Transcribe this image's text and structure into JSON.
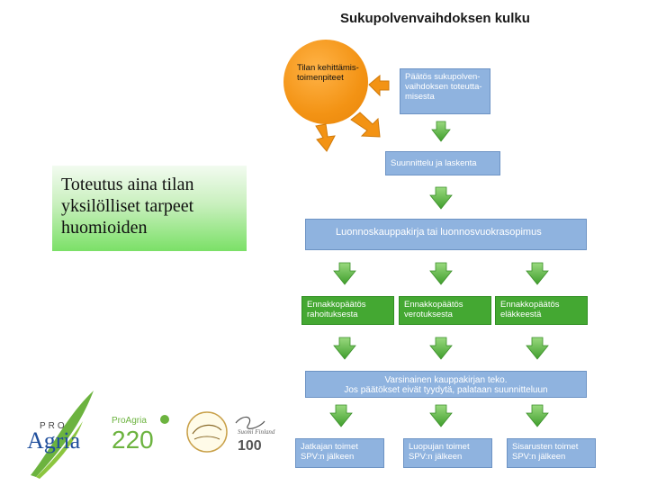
{
  "title": "Sukupolvenvaihdoksen kulku",
  "circle_label": "Tilan kehittämis-toimenpiteet",
  "boxes": {
    "decision": "Päätös sukupolven-vaihdoksen toteutta-misesta",
    "planning": "Suunnittelu ja laskenta",
    "draft": "Luonnoskauppakirja tai luonnosvuokrasopimus",
    "advance_financing": "Ennakkopäätös rahoituksesta",
    "advance_tax": "Ennakkopäätös verotuksesta",
    "advance_pension": "Ennakkopäätös eläkkeestä",
    "actual_line1": "Varsinainen kauppakirjan teko.",
    "actual_line2": "Jos päätökset eivät tyydytä, palataan suunnitteluun",
    "successor": "Jatkajan toimet SPV:n jälkeen",
    "transferor": "Luopujan toimet SPV:n jälkeen",
    "siblings": "Sisarusten toimet SPV:n jälkeen"
  },
  "note": "Toteutus aina tilan yksilölliset tarpeet huomioiden",
  "logos": {
    "pro": "PRO",
    "agria": "Agria",
    "proagria220_top": "ProAgria",
    "proagria220_num": "220",
    "hundred": "100",
    "signature_text": "Suomi Finland"
  },
  "colors": {
    "blue_box": "#8fb3df",
    "green_box": "#44a832",
    "orange_circle": "#f39314",
    "green_arrow": "#6cc04a",
    "logo_green": "#6cb33f",
    "agria_blue": "#1f4e9c"
  }
}
